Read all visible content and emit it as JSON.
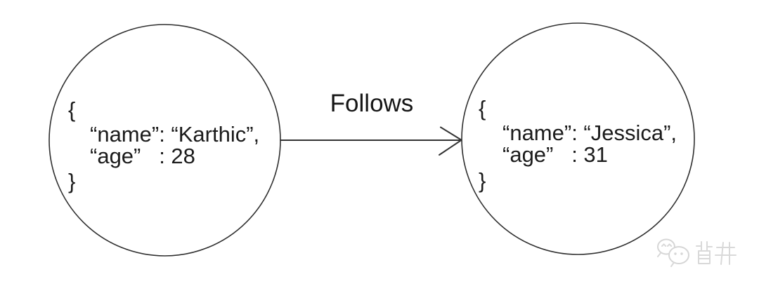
{
  "diagram": {
    "type": "graph-nodes-and-relationship",
    "colors": {
      "background": "#ffffff",
      "node_stroke": "#2f2f2f",
      "text": "#1b1b1b",
      "edge": "#333333",
      "watermark": "#d2d2d2"
    },
    "edge": {
      "label": "Follows",
      "direction": "left-to-right"
    },
    "nodes": [
      {
        "id": "karthic",
        "lines": [
          "{",
          "“name”: “Karthic”,",
          "“age”   : 28",
          "}"
        ]
      },
      {
        "id": "jessica",
        "lines": [
          "{",
          "“name”: “Jessica”,",
          "“age”   : 31",
          "}"
        ]
      }
    ],
    "watermark": {
      "label": "背井",
      "icon": "wechat-chat-bubbles-icon"
    }
  }
}
